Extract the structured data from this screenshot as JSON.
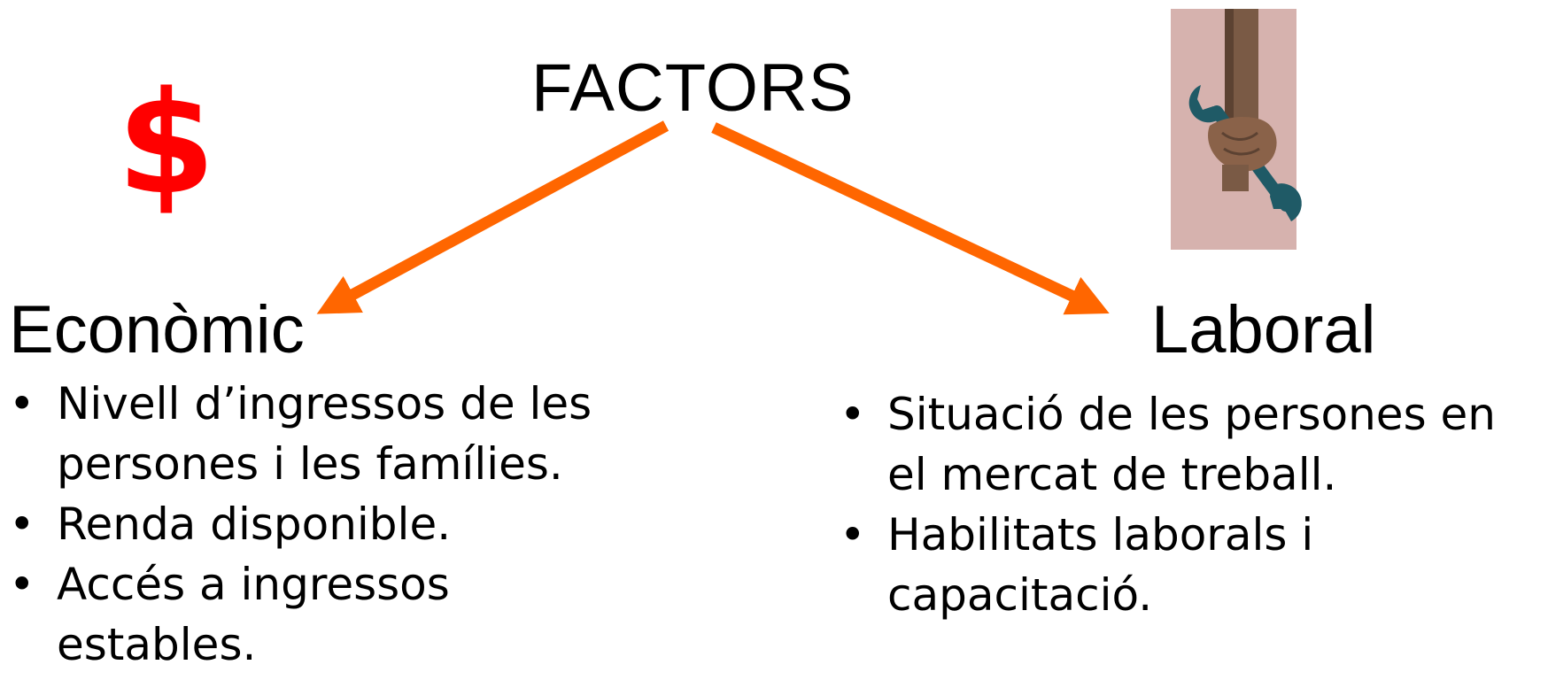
{
  "title": "FACTORS",
  "accent_color": "#ff6600",
  "economic": {
    "icon": "dollar-sign-icon",
    "icon_symbol": "$",
    "icon_color": "#ff0000",
    "heading": "Econòmic",
    "items": [
      "Nivell d’ingressos de les persones i les famílies.",
      "Renda disponible.",
      "Accés a ingressos estables."
    ]
  },
  "labor": {
    "icon": "hand-wrench-icon",
    "heading": "Laboral",
    "items": [
      "Situació de les persones en el mercat de treball.",
      "Habilitats laborals i capacitació."
    ]
  }
}
